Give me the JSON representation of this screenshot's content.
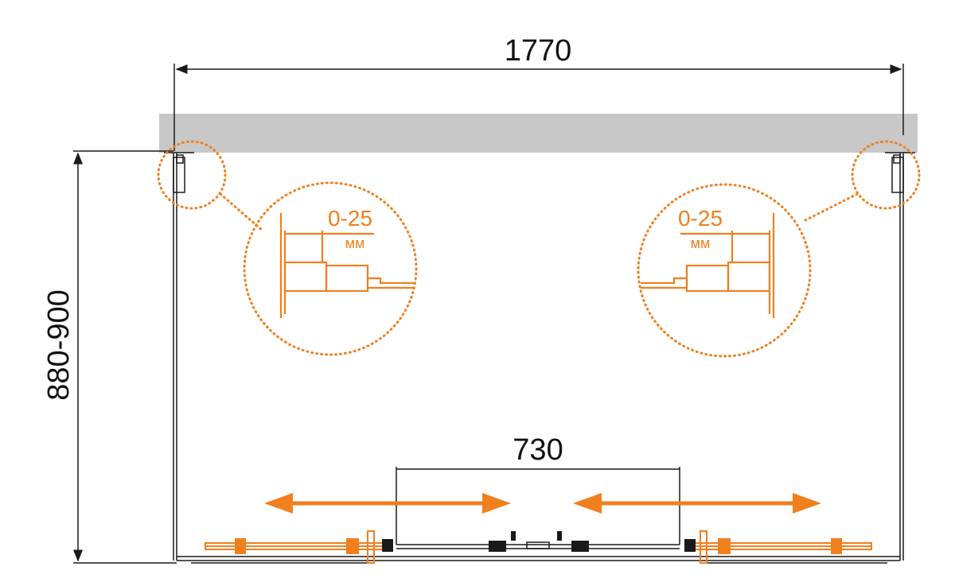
{
  "colors": {
    "line": "#1a1a1a",
    "accent": "#f07f1e",
    "wall": "#c8c8c8",
    "background": "#ffffff"
  },
  "dimensions": {
    "overall_width": "1770",
    "depth": "880-900",
    "entrance_width": "730"
  },
  "details": {
    "left": {
      "range": "0-25",
      "unit": "мм"
    },
    "right": {
      "range": "0-25",
      "unit": "мм"
    }
  },
  "arrows": [
    {
      "meaning": "sliding door travel",
      "icon": "double-arrow-icon"
    },
    {
      "meaning": "sliding door travel",
      "icon": "double-arrow-icon"
    }
  ]
}
